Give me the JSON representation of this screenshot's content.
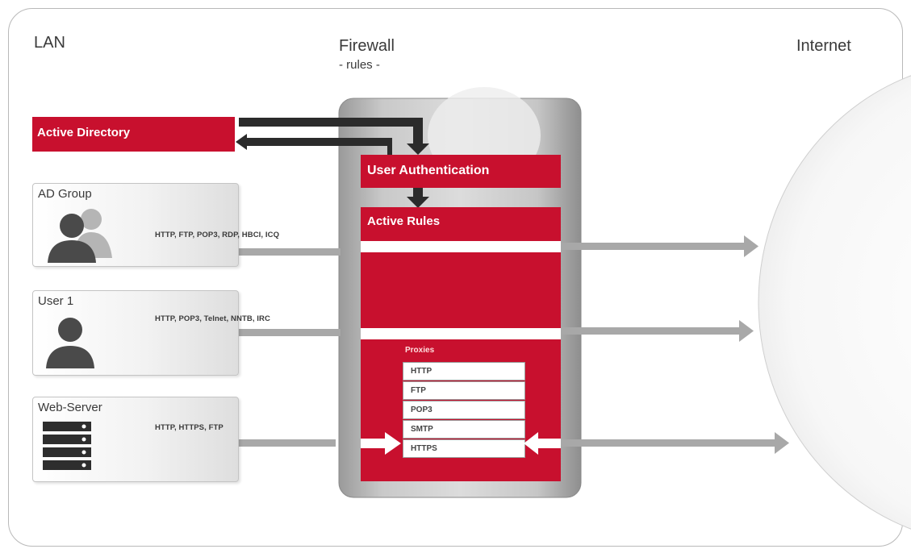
{
  "columns": {
    "lan": "LAN",
    "firewall": "Firewall",
    "firewall_sub": "- rules -",
    "internet": "Internet"
  },
  "active_directory": "Active Directory",
  "user_authentication": "User Authentication",
  "active_rules": "Active Rules",
  "clients": [
    {
      "label": "AD Group",
      "protocols": "HTTP, FTP, POP3, RDP, HBCI, ICQ",
      "icon": "user-group-icon"
    },
    {
      "label": "User 1",
      "protocols": "HTTP, POP3, Telnet, NNTB, IRC",
      "icon": "user-icon"
    },
    {
      "label": "Web-Server",
      "protocols": "HTTP, HTTPS, FTP",
      "icon": "server-icon"
    }
  ],
  "proxies": {
    "title": "Proxies",
    "items": [
      "HTTP",
      "FTP",
      "POP3",
      "SMTP",
      "HTTPS"
    ]
  },
  "colors": {
    "accent_red": "#c8102e",
    "arrow_gray": "#a8a8a8",
    "dark_arrow": "#2b2b2b",
    "icon_dark": "#4a4a4a"
  }
}
